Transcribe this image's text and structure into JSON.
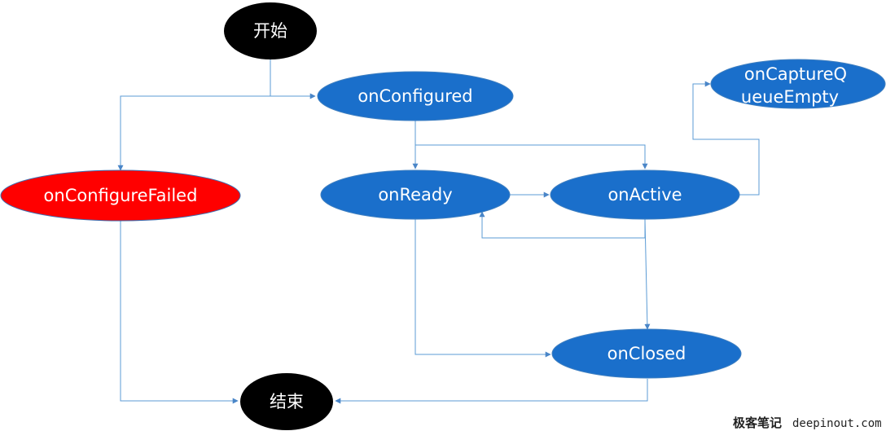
{
  "diagram": {
    "nodes": {
      "start": {
        "label": "开始",
        "color": "#000000"
      },
      "on_configured": {
        "label": "onConfigured",
        "color": "#1a6fcb"
      },
      "on_configure_failed": {
        "label": "onConfigureFailed",
        "color": "#ff0000"
      },
      "on_ready": {
        "label": "onReady",
        "color": "#1a6fcb"
      },
      "on_active": {
        "label": "onActive",
        "color": "#1a6fcb"
      },
      "on_capture_queue_empty": {
        "label_line1": "onCaptureQ",
        "label_line2": "ueueEmpty",
        "color": "#1a6fcb"
      },
      "on_closed": {
        "label": "onClosed",
        "color": "#1a6fcb"
      },
      "end": {
        "label": "结束",
        "color": "#000000"
      }
    },
    "edges": [
      {
        "from": "开始",
        "to": "onConfigured"
      },
      {
        "from": "开始",
        "to": "onConfigureFailed"
      },
      {
        "from": "onConfigured",
        "to": "onReady"
      },
      {
        "from": "onConfigured",
        "to": "onActive"
      },
      {
        "from": "onReady",
        "to": "onActive"
      },
      {
        "from": "onActive",
        "to": "onReady"
      },
      {
        "from": "onActive",
        "to": "onCaptureQueueEmpty"
      },
      {
        "from": "onActive",
        "to": "onClosed"
      },
      {
        "from": "onReady",
        "to": "onClosed"
      },
      {
        "from": "onConfigureFailed",
        "to": "结束"
      },
      {
        "from": "onClosed",
        "to": "结束"
      }
    ],
    "edge_color": "#5b9bd5"
  },
  "watermark": {
    "cn_text": "极客笔记",
    "site": "deepinout.com"
  }
}
